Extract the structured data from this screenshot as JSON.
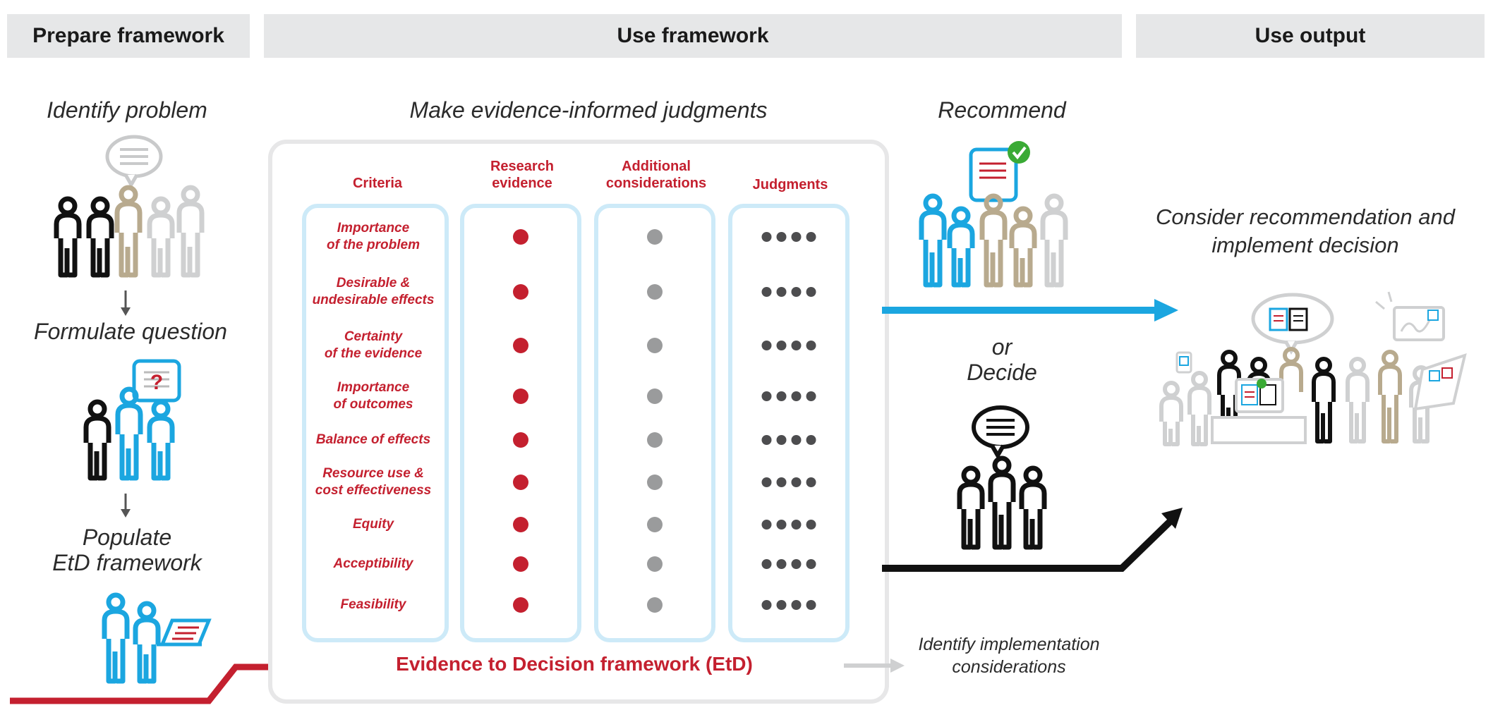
{
  "headers": {
    "prepare": "Prepare framework",
    "use": "Use framework",
    "output": "Use output"
  },
  "steps": {
    "identify": "Identify problem",
    "formulate": "Formulate question",
    "populate_1": "Populate",
    "populate_2": "EtD framework",
    "judgments_title": "Make evidence-informed judgments",
    "recommend": "Recommend",
    "or": "or",
    "decide": "Decide",
    "consider_1": "Consider recommendation and",
    "consider_2": "implement decision",
    "implementation_1": "Identify implementation",
    "implementation_2": "considerations"
  },
  "etd": {
    "columns": {
      "criteria": "Criteria",
      "research": "Research\nevidence",
      "additional": "Additional\nconsiderations",
      "judgments": "Judgments"
    },
    "criteria": [
      "Importance\nof the problem",
      "Desirable &\nundesirable effects",
      "Certainty\nof the evidence",
      "Importance\nof outcomes",
      "Balance of effects",
      "Resource use &\ncost effectiveness",
      "Equity",
      "Acceptibility",
      "Feasibility"
    ],
    "footer": "Evidence to Decision framework (EtD)"
  },
  "colors": {
    "red": "#c4202f",
    "blue": "#1ba6e0",
    "tan": "#b8aa8e",
    "grey": "#cfd0d1",
    "black": "#111111",
    "light_blue": "#cdeaf8"
  },
  "icons": [
    "speech-bubble-icon",
    "people-icon",
    "question-bubble-icon",
    "laptop-icon",
    "checkmark-icon",
    "document-icon",
    "arrow-icon"
  ]
}
